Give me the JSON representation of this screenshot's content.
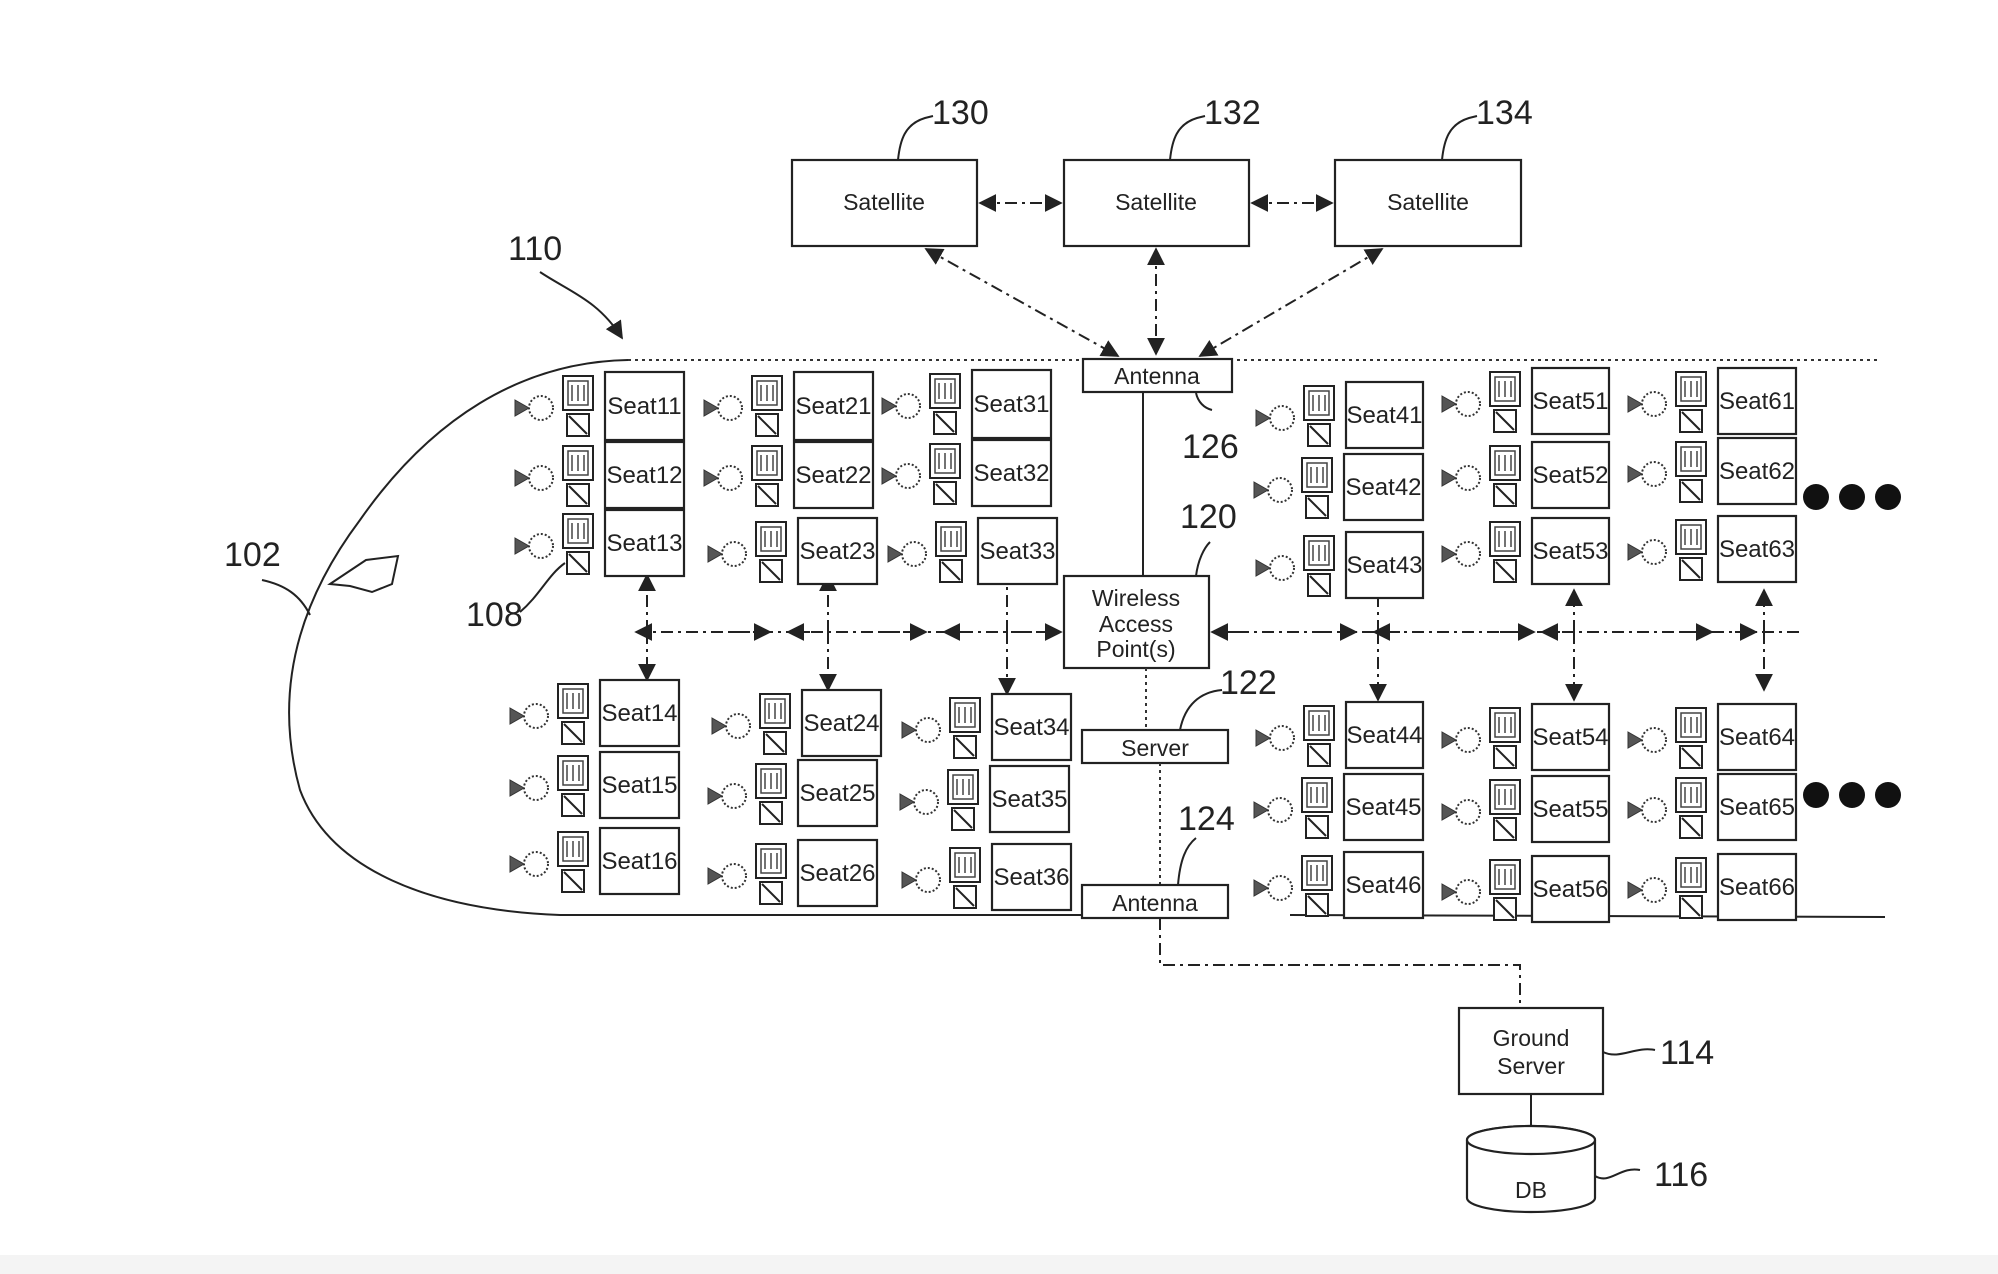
{
  "satellites": [
    {
      "label": "Satellite",
      "ref": "130"
    },
    {
      "label": "Satellite",
      "ref": "132"
    },
    {
      "label": "Satellite",
      "ref": "134"
    }
  ],
  "aircraft_ref": "110",
  "fuselage_ref": "102",
  "device_ref": "108",
  "antenna_top": {
    "label": "Antenna",
    "ref": "126"
  },
  "wap": {
    "line1": "Wireless",
    "line2": "Access",
    "line3": "Point(s)",
    "ref": "120"
  },
  "server": {
    "label": "Server",
    "ref": "122"
  },
  "antenna_bottom": {
    "label": "Antenna",
    "ref": "124"
  },
  "ground_server": {
    "line1": "Ground",
    "line2": "Server",
    "ref": "114"
  },
  "db": {
    "label": "DB",
    "ref": "116"
  },
  "seats": {
    "s11": "Seat11",
    "s12": "Seat12",
    "s13": "Seat13",
    "s14": "Seat14",
    "s15": "Seat15",
    "s16": "Seat16",
    "s21": "Seat21",
    "s22": "Seat22",
    "s23": "Seat23",
    "s24": "Seat24",
    "s25": "Seat25",
    "s26": "Seat26",
    "s31": "Seat31",
    "s32": "Seat32",
    "s33": "Seat33",
    "s34": "Seat34",
    "s35": "Seat35",
    "s36": "Seat36",
    "s41": "Seat41",
    "s42": "Seat42",
    "s43": "Seat43",
    "s44": "Seat44",
    "s45": "Seat45",
    "s46": "Seat46",
    "s51": "Seat51",
    "s52": "Seat52",
    "s53": "Seat53",
    "s54": "Seat54",
    "s55": "Seat55",
    "s56": "Seat56",
    "s61": "Seat61",
    "s62": "Seat62",
    "s63": "Seat63",
    "s64": "Seat64",
    "s65": "Seat65",
    "s66": "Seat66"
  },
  "icons": [
    "passenger-icon",
    "device-icon"
  ],
  "colors": {
    "line": "#222222",
    "background": "#ffffff"
  }
}
